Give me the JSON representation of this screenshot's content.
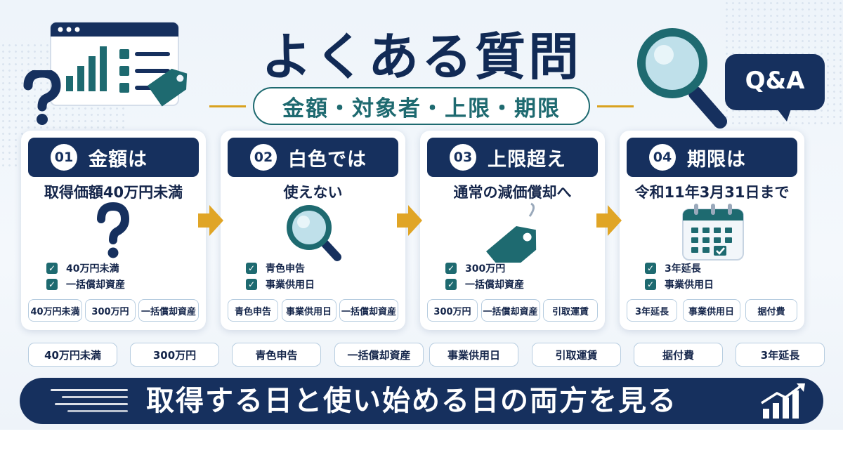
{
  "title": "よくある質問",
  "subtitle": "金額・対象者・上限・期限",
  "qa_badge": "Q&A",
  "colors": {
    "navy": "#16305e",
    "teal": "#1e6a70",
    "gold": "#d9a21f",
    "background": "#eef4fa"
  },
  "icons": [
    "browser-chart-icon",
    "question-mark-icon",
    "price-tag-icon",
    "magnifier-icon",
    "speech-bubble-icon",
    "calendar-icon",
    "checkbox-icon",
    "arrow-right-icon",
    "speed-lines-icon",
    "growth-chart-icon"
  ],
  "cards": [
    {
      "number": "01",
      "heading": "金額は",
      "lead": "取得価額40万円未満",
      "icon": "question-mark-icon",
      "checks": [
        "40万円未満",
        "一括償却資産"
      ],
      "tags": [
        "40万円未満",
        "300万円",
        "一括償却資産"
      ]
    },
    {
      "number": "02",
      "heading": "白色では",
      "lead": "使えない",
      "icon": "magnifier-icon",
      "checks": [
        "青色申告",
        "事業供用日"
      ],
      "tags": [
        "青色申告",
        "事業供用日",
        "一括償却資産"
      ]
    },
    {
      "number": "03",
      "heading": "上限超え",
      "lead": "通常の減価償却へ",
      "icon": "price-tag-icon",
      "checks": [
        "300万円",
        "一括償却資産"
      ],
      "tags": [
        "300万円",
        "一括償却資産",
        "引取運賃"
      ]
    },
    {
      "number": "04",
      "heading": "期限は",
      "lead": "令和11年3月31日まで",
      "icon": "calendar-icon",
      "checks": [
        "3年延長",
        "事業供用日"
      ],
      "tags": [
        "3年延長",
        "事業供用日",
        "据付費"
      ]
    }
  ],
  "keywords": [
    "40万円未満",
    "300万円",
    "青色申告",
    "一括償却資産",
    "事業供用日",
    "引取運賃",
    "据付費",
    "3年延長"
  ],
  "footer": {
    "text": "取得する日と使い始める日の両方を見る",
    "icon": "growth-chart-icon"
  }
}
